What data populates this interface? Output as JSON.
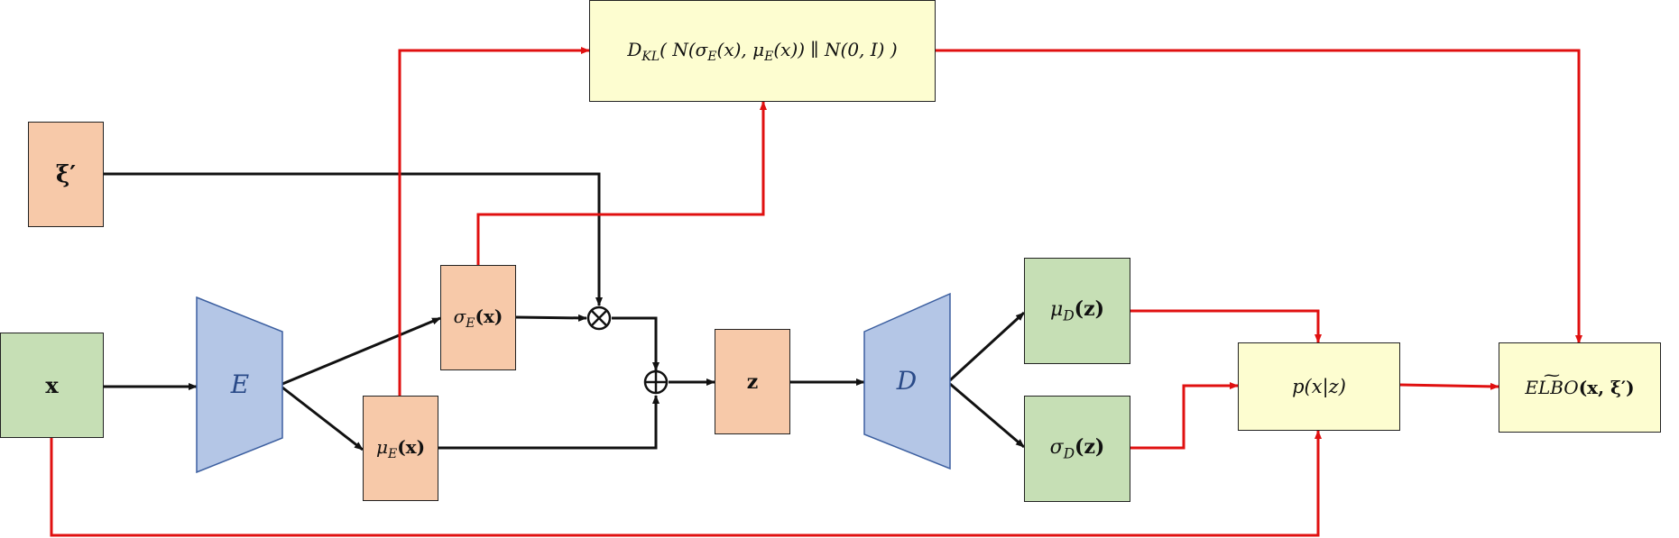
{
  "nodes": {
    "x": "x",
    "xi": "ξ′",
    "encoder": "E",
    "decoder": "D",
    "sigma_e": {
      "symbol": "σ",
      "sub": "E",
      "arg": "(x)"
    },
    "mu_e": {
      "symbol": "μ",
      "sub": "E",
      "arg": "(x)"
    },
    "z": "z",
    "mu_d": {
      "symbol": "μ",
      "sub": "D",
      "arg": "(z)"
    },
    "sigma_d": {
      "symbol": "σ",
      "sub": "D",
      "arg": "(z)"
    },
    "likelihood": "p(x|z)",
    "kl": {
      "d": "D",
      "sub": "KL",
      "expr": "( N(σ",
      "sig_sub": "E",
      "mid1": "(x), μ",
      "mu_sub": "E",
      "mid2": "(x)) ∥ N(0, I) )"
    },
    "elbo": {
      "label": "ELBO",
      "args": "(x, ξ′)"
    }
  },
  "operators": {
    "multiply": "⊗",
    "add": "⊕"
  },
  "colors": {
    "input_fill": "#c6dfb5",
    "latent_fill": "#f7c9a9",
    "loss_fill": "#fdfdd0",
    "network_fill": "#b4c6e6",
    "data_flow": "#111111",
    "loss_flow": "#e01010"
  }
}
